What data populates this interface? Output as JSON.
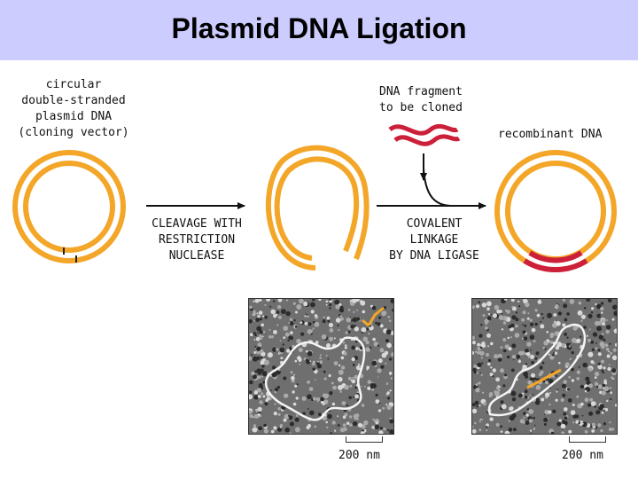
{
  "title": "Plasmid DNA Ligation",
  "labels": {
    "plasmid": [
      "circular",
      "double-stranded",
      "plasmid DNA",
      "(cloning vector)"
    ],
    "fragment": [
      "DNA fragment",
      "to be cloned"
    ],
    "recombinant": "recombinant DNA",
    "step1": [
      "CLEAVAGE WITH",
      "RESTRICTION",
      "NUCLEASE"
    ],
    "step2": [
      "COVALENT",
      "LINKAGE",
      "BY DNA LIGASE"
    ],
    "scale_left": "200 nm",
    "scale_right": "200 nm"
  },
  "colors": {
    "plasmid_strand": "#f3a628",
    "insert_strand": "#cc1f3a",
    "title_bar": "#ccccff"
  }
}
